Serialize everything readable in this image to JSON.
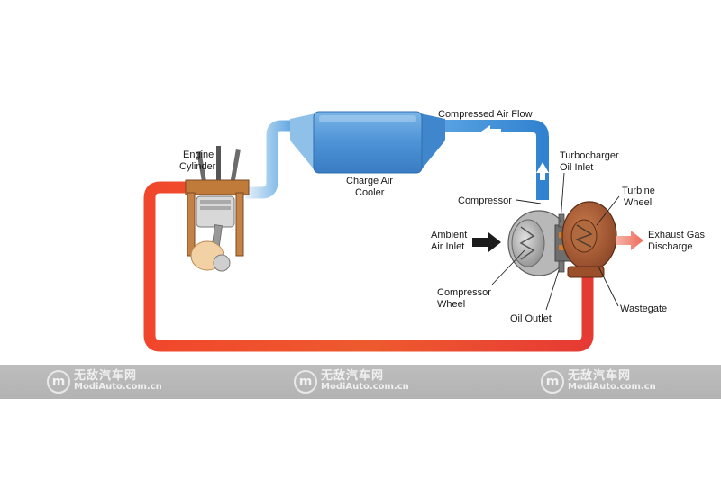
{
  "labels": {
    "engine_cylinder": [
      "Engine",
      "Cylinder"
    ],
    "charge_air_cooler": [
      "Charge Air",
      "Cooler"
    ],
    "compressed_air_flow": "Compressed Air Flow",
    "turbocharger_oil_inlet": [
      "Turbocharger",
      "Oil Inlet"
    ],
    "turbine_wheel": [
      "Turbine",
      "Wheel"
    ],
    "compressor": "Compressor",
    "ambient_air_inlet": [
      "Ambient",
      "Air Inlet"
    ],
    "exhaust_gas_discharge": [
      "Exhaust Gas",
      "Discharge"
    ],
    "compressor_wheel": [
      "Compressor",
      "Wheel"
    ],
    "oil_outlet": "Oil Outlet",
    "wastegate": "Wastegate"
  },
  "watermark": {
    "logo_glyph": "m",
    "brand_cn": "无敌汽车网",
    "url": "ModiAuto.com.cn"
  },
  "colors": {
    "cold_air": "#3a8fd8",
    "hot_exhaust": "#e8352a",
    "exhaust_arrow": "#f08070",
    "cooler": "#4d93d6",
    "turbine_housing": "#a0522d"
  }
}
